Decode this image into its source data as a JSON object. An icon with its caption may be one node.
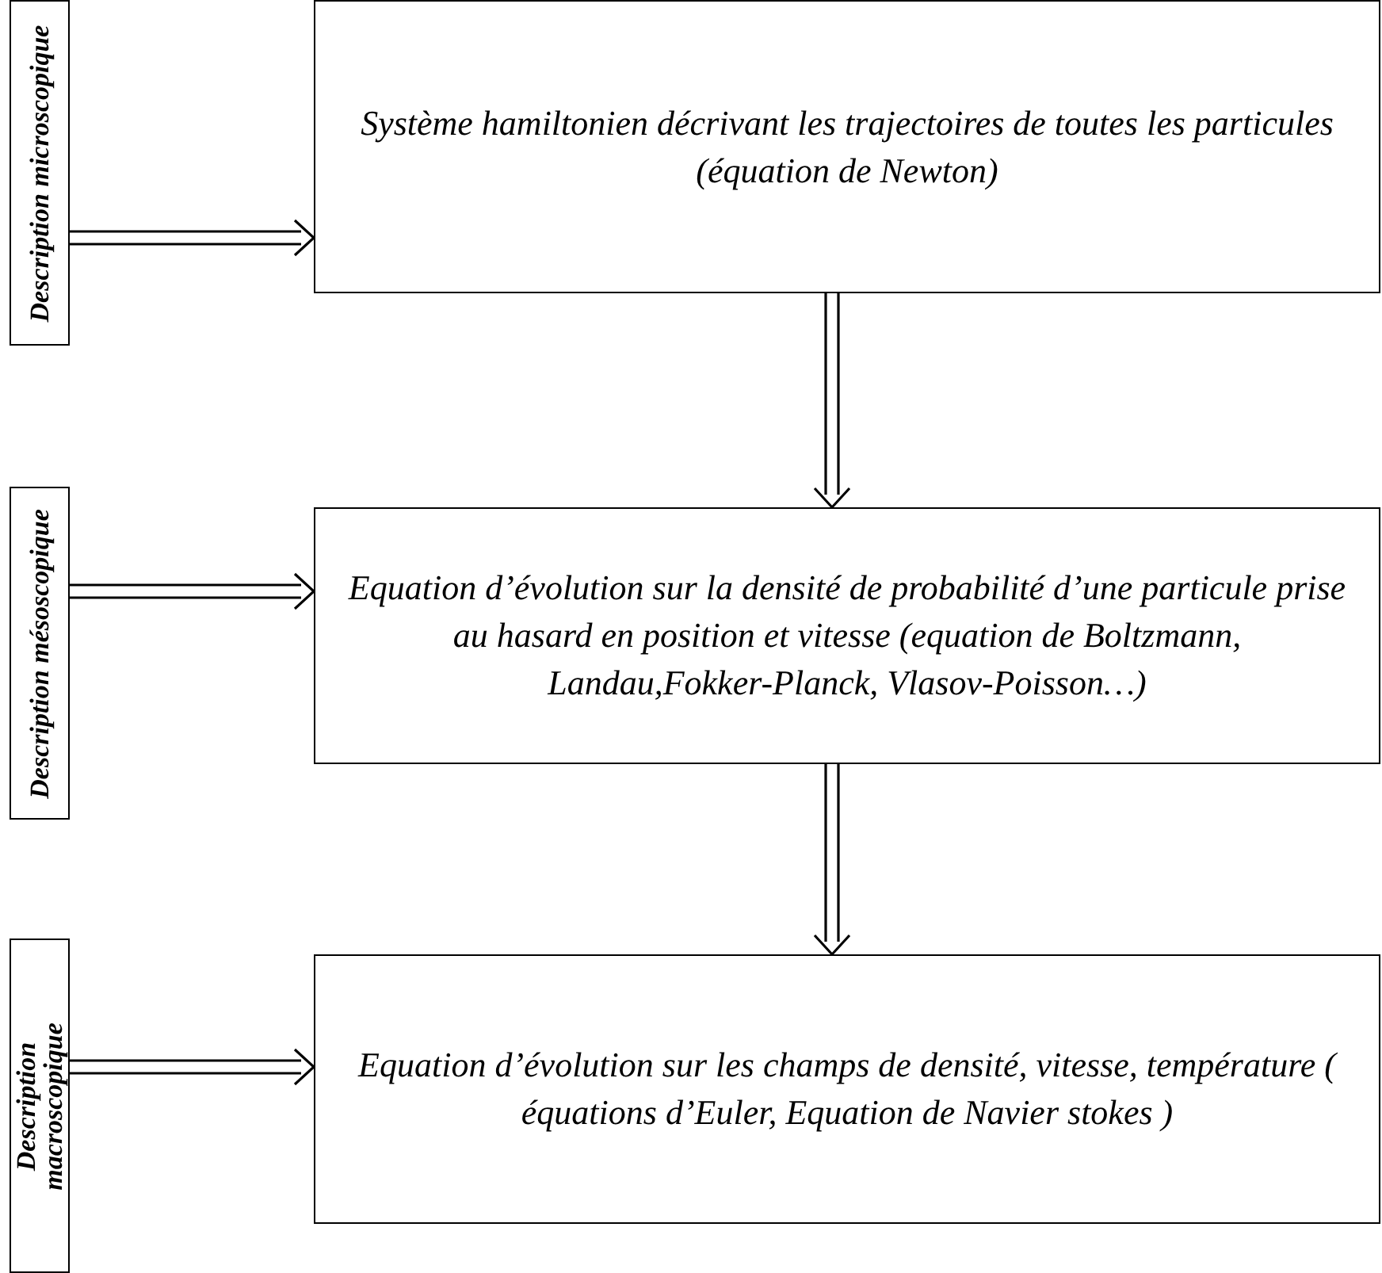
{
  "diagram": {
    "nodes": [
      {
        "text": [
          "Description microscopique"
        ]
      },
      {
        "text": [
          "Description mésoscopique"
        ]
      },
      {
        "text": [
          "Description macroscopique"
        ]
      },
      {
        "text": [
          "Système hamiltonien décrivant les trajectoires de toutes les particules (équation de Newton)"
        ]
      },
      {
        "text": [
          "Equation d’évolution sur la densité de probabilité d’une particule prise au hasard en position et vitesse (equation de Boltzmann, Landau,Fokker-Planck, Vlasov-Poisson…)"
        ]
      },
      {
        "text": [
          "Equation d’évolution sur les champs de densité, vitesse, température ( équations d’Euler, Equation de Navier stokes )"
        ]
      }
    ],
    "edges": [
      {
        "from": 0,
        "to": 3,
        "arrow": "to"
      },
      {
        "from": 3,
        "to": 4,
        "arrow": "to"
      },
      {
        "from": 1,
        "to": 4,
        "arrow": "to"
      },
      {
        "from": 4,
        "to": 5,
        "arrow": "to"
      },
      {
        "from": 2,
        "to": 5,
        "arrow": "to"
      }
    ]
  }
}
